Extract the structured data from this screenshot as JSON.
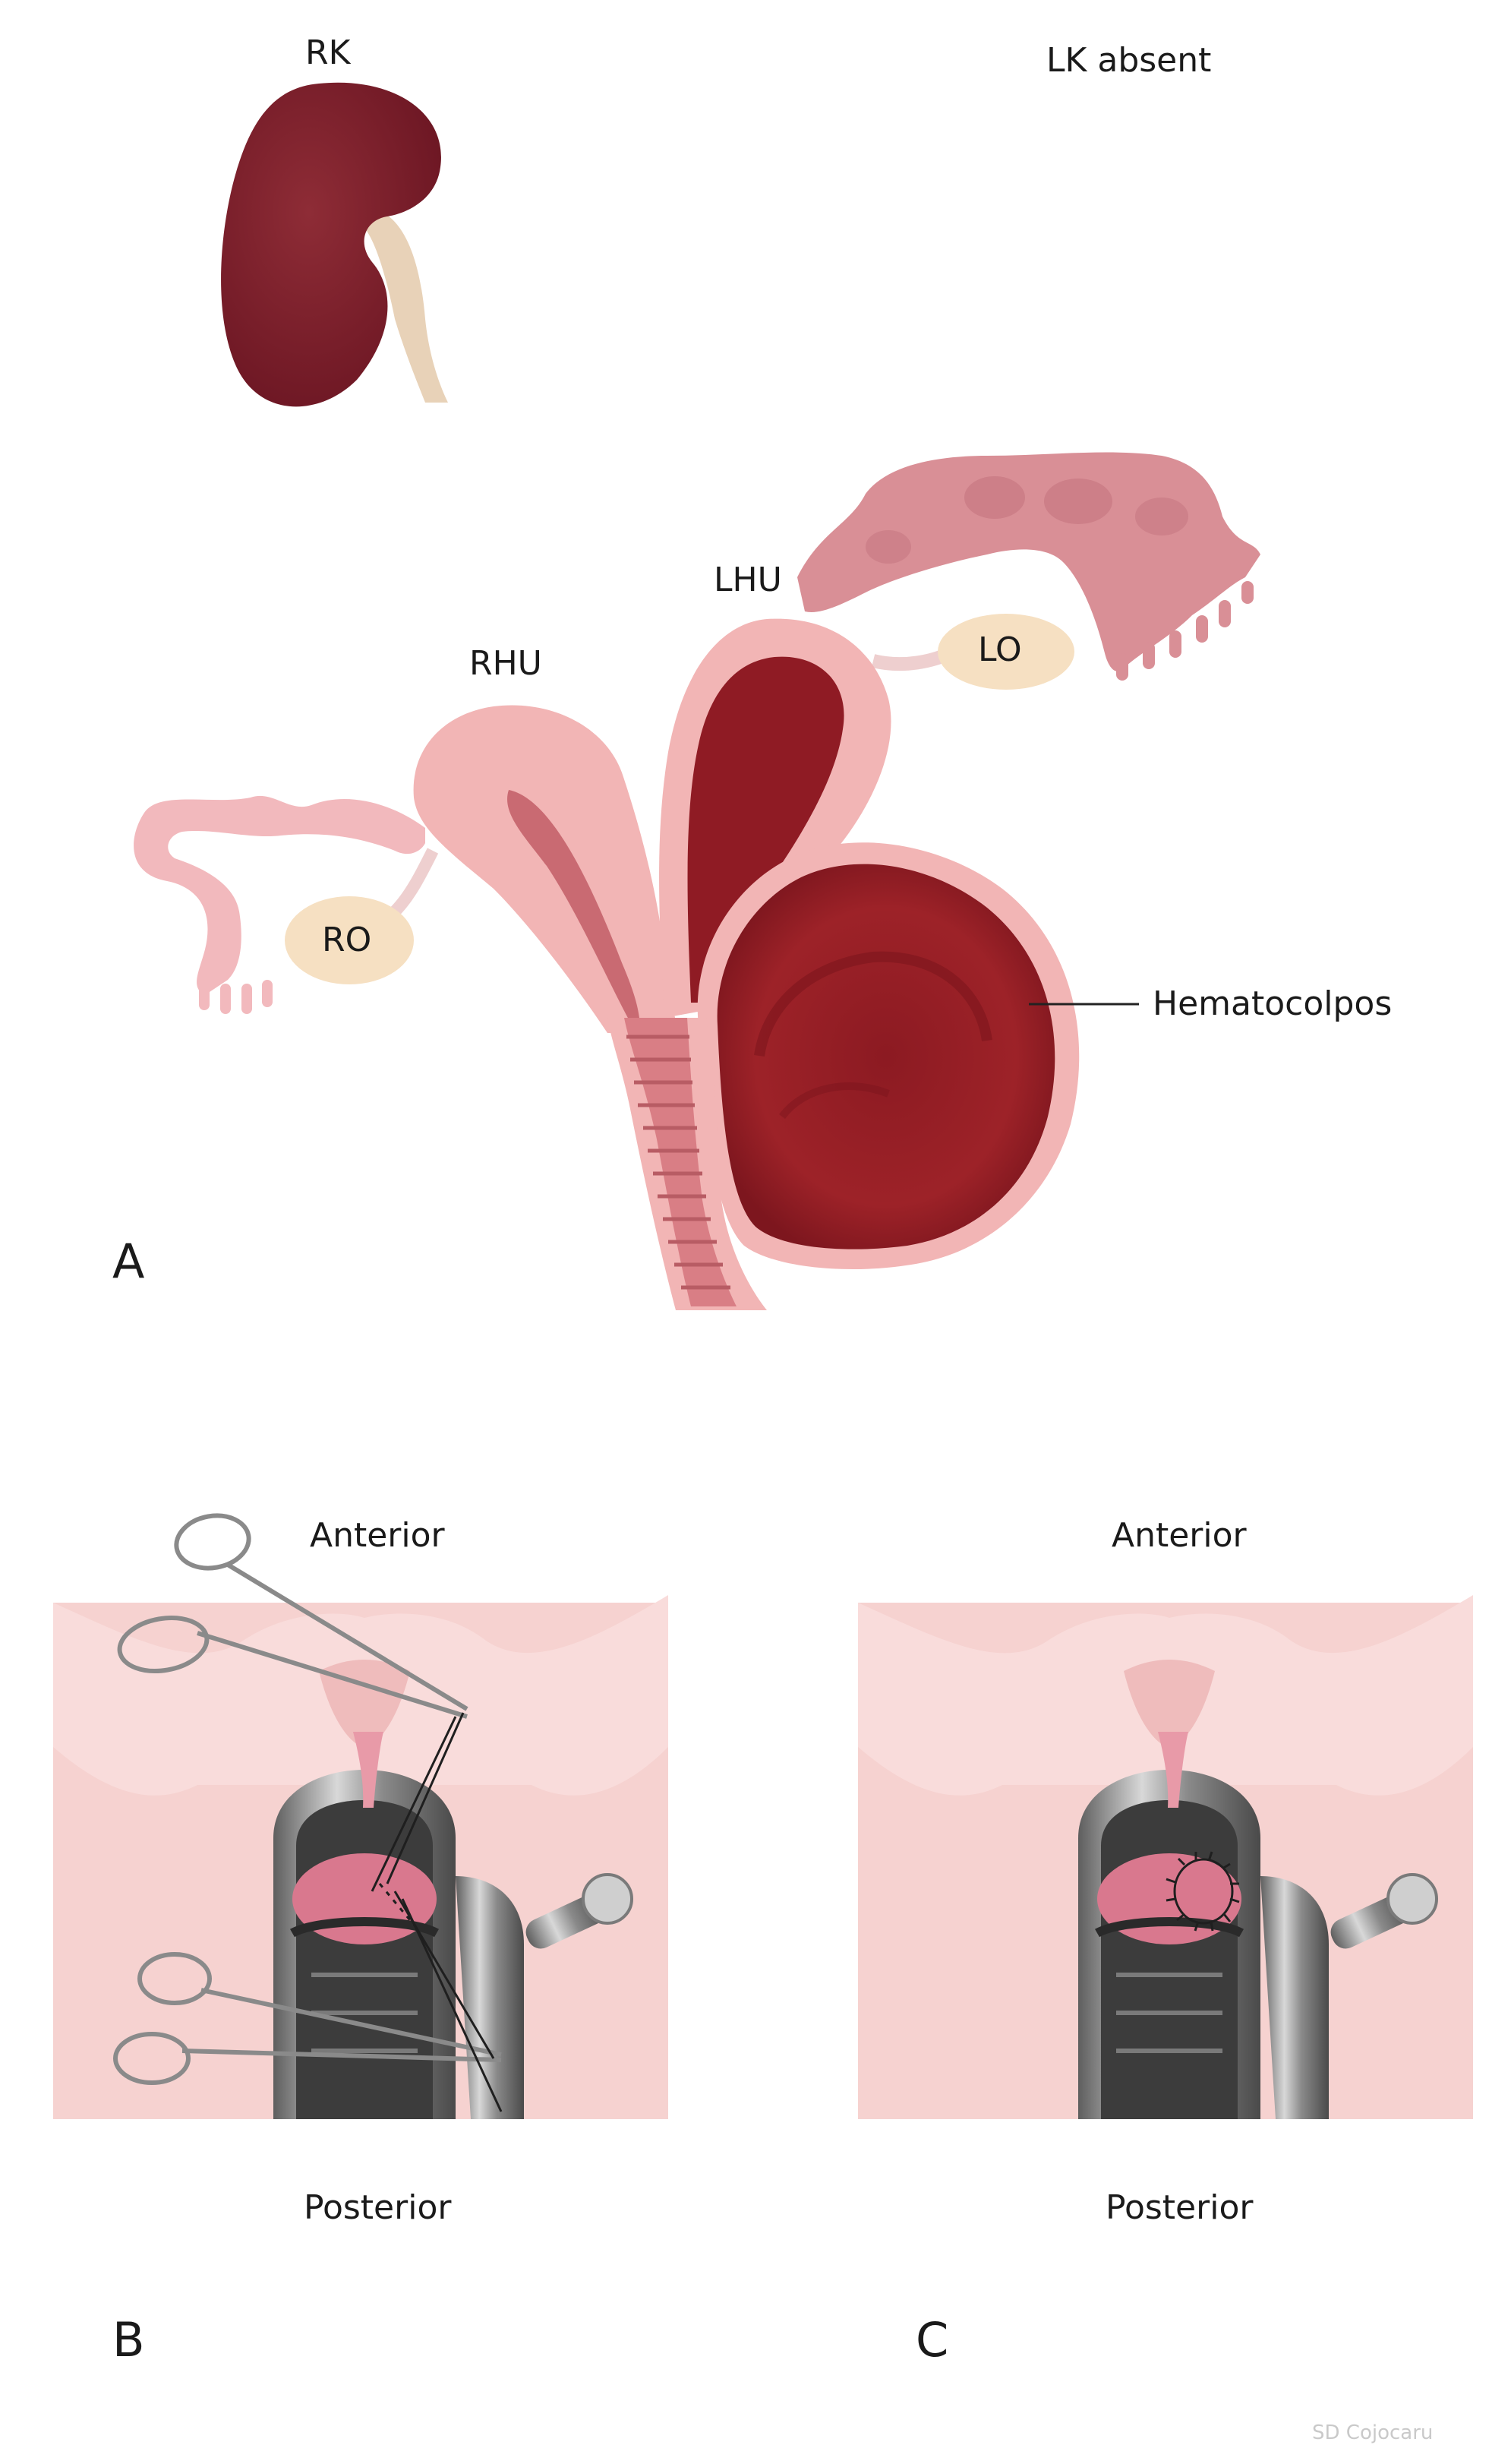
{
  "panel_a": {
    "letter": "A",
    "labels": {
      "rk": "RK",
      "lk": "LK absent",
      "lhu": "LHU",
      "rhu": "RHU",
      "lo": "LO",
      "ro": "RO",
      "hematocolpos": "Hematocolpos"
    }
  },
  "panel_b": {
    "letter": "B",
    "anterior": "Anterior",
    "posterior": "Posterior"
  },
  "panel_c": {
    "letter": "C",
    "anterior": "Anterior",
    "posterior": "Posterior"
  },
  "credit": "SD Cojocaru",
  "colors": {
    "kidney": "#7a1e2a",
    "ureter": "#e8d2b8",
    "uterus_pink": "#f2b5b5",
    "blood_dark": "#8f1b24",
    "tube_pink": "#d98f96",
    "ovary": "#f6e0c2",
    "skin": "#f6d2d0",
    "steel": "#9a9a9a"
  }
}
